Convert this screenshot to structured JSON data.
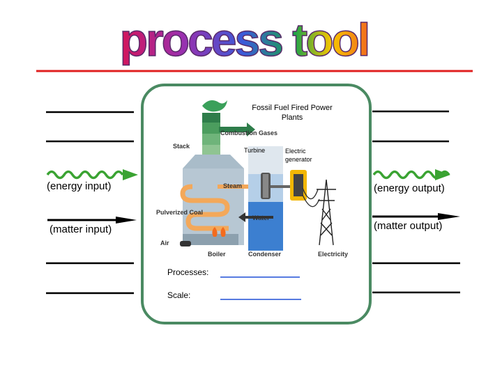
{
  "title": "process tool",
  "colors": {
    "title_gradient": [
      "#d4145a",
      "#9b2fae",
      "#3a5bd9",
      "#19a34a",
      "#f7c600",
      "#f26b1d"
    ],
    "rule": "#e02020",
    "frame": "#4a8a62",
    "wave": "#3aa332",
    "blank_line": "#1f4fd6"
  },
  "side": {
    "energy_input": "(energy input)",
    "matter_input": "(matter input)",
    "energy_output": "(energy output)",
    "matter_output": "(matter output)"
  },
  "diagram": {
    "title": "Fossil Fuel Fired Power Plants",
    "labels": {
      "combustion_gases": "Combustion Gases",
      "stack": "Stack",
      "turbine": "Turbine",
      "generator": "Electric generator",
      "steam": "Steam",
      "pulverized_coal": "Pulverized Coal",
      "water": "Water",
      "air": "Air",
      "boiler": "Boiler",
      "condenser": "Condenser",
      "electricity": "Electricity"
    }
  },
  "fields": {
    "processes_label": "Processes:",
    "scale_label": "Scale:"
  }
}
